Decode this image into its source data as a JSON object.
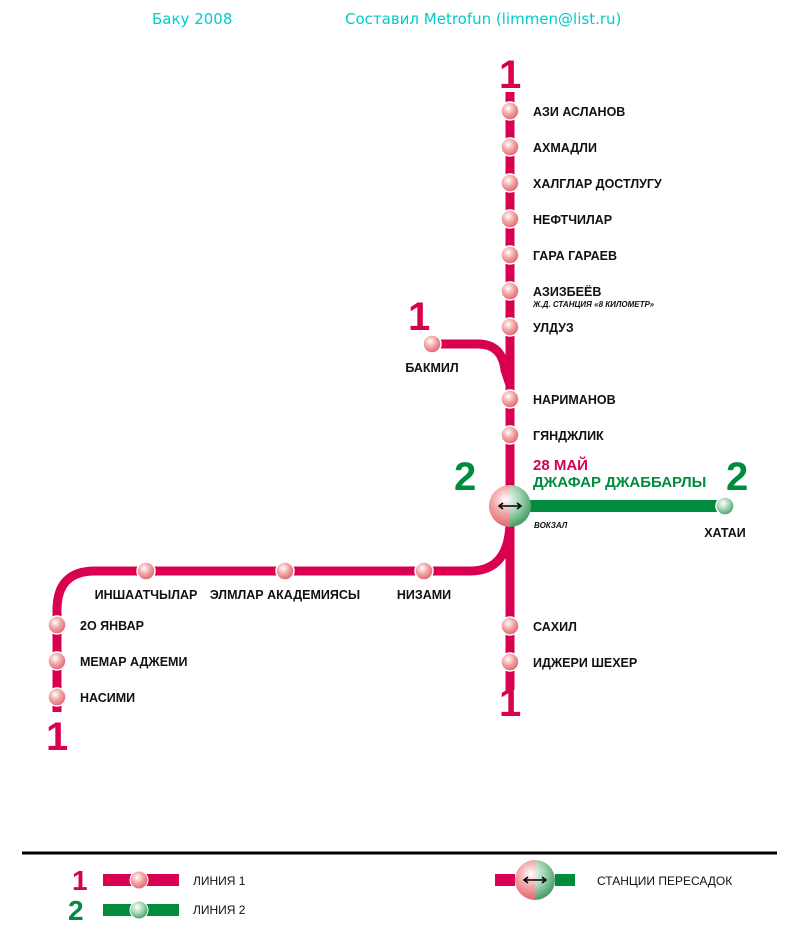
{
  "header": {
    "city_year": "Баку 2008",
    "credit": "Составил Metrofun (limmen@list.ru)"
  },
  "colors": {
    "line1": "#d8004f",
    "line2": "#008c3c",
    "header": "#00cccc"
  },
  "line_numbers": {
    "line1": "1",
    "line2": "2"
  },
  "line1_main": [
    "АЗИ АСЛАНОВ",
    "АХМАДЛИ",
    "ХАЛГЛАР ДОСТЛУГУ",
    "НЕФТЧИЛАР",
    "ГАРА ГАРАЕВ",
    "АЗИЗБЕЁВ",
    "УЛДУЗ",
    "НАРИМАНОВ",
    "ГЯНДЖЛИК",
    "САХИЛ",
    "ИДЖЕРИ ШЕХЕР"
  ],
  "azizbeyov_note": "Ж.Д. СТАНЦИЯ «8 КИЛОМЕТР»",
  "bakmil": "БАКМИЛ",
  "line1_west": [
    "ИНШААТЧЫЛАР",
    "ЭЛМЛАР АКАДЕМИЯСЫ",
    "НИЗАМИ",
    "2О ЯНВАР",
    "МЕМАР АДЖЕМИ",
    "НАСИМИ"
  ],
  "transfer": {
    "name_line1": "28 МАЙ",
    "name_line2": "ДЖАФАР ДЖАББАРЛЫ",
    "note": "ВОКЗАЛ"
  },
  "line2": [
    "ХАТАИ"
  ],
  "legend": {
    "line1": "ЛИНИЯ 1",
    "line2": "ЛИНИЯ 2",
    "transfer": "СТАНЦИИ ПЕРЕСАДОК"
  }
}
